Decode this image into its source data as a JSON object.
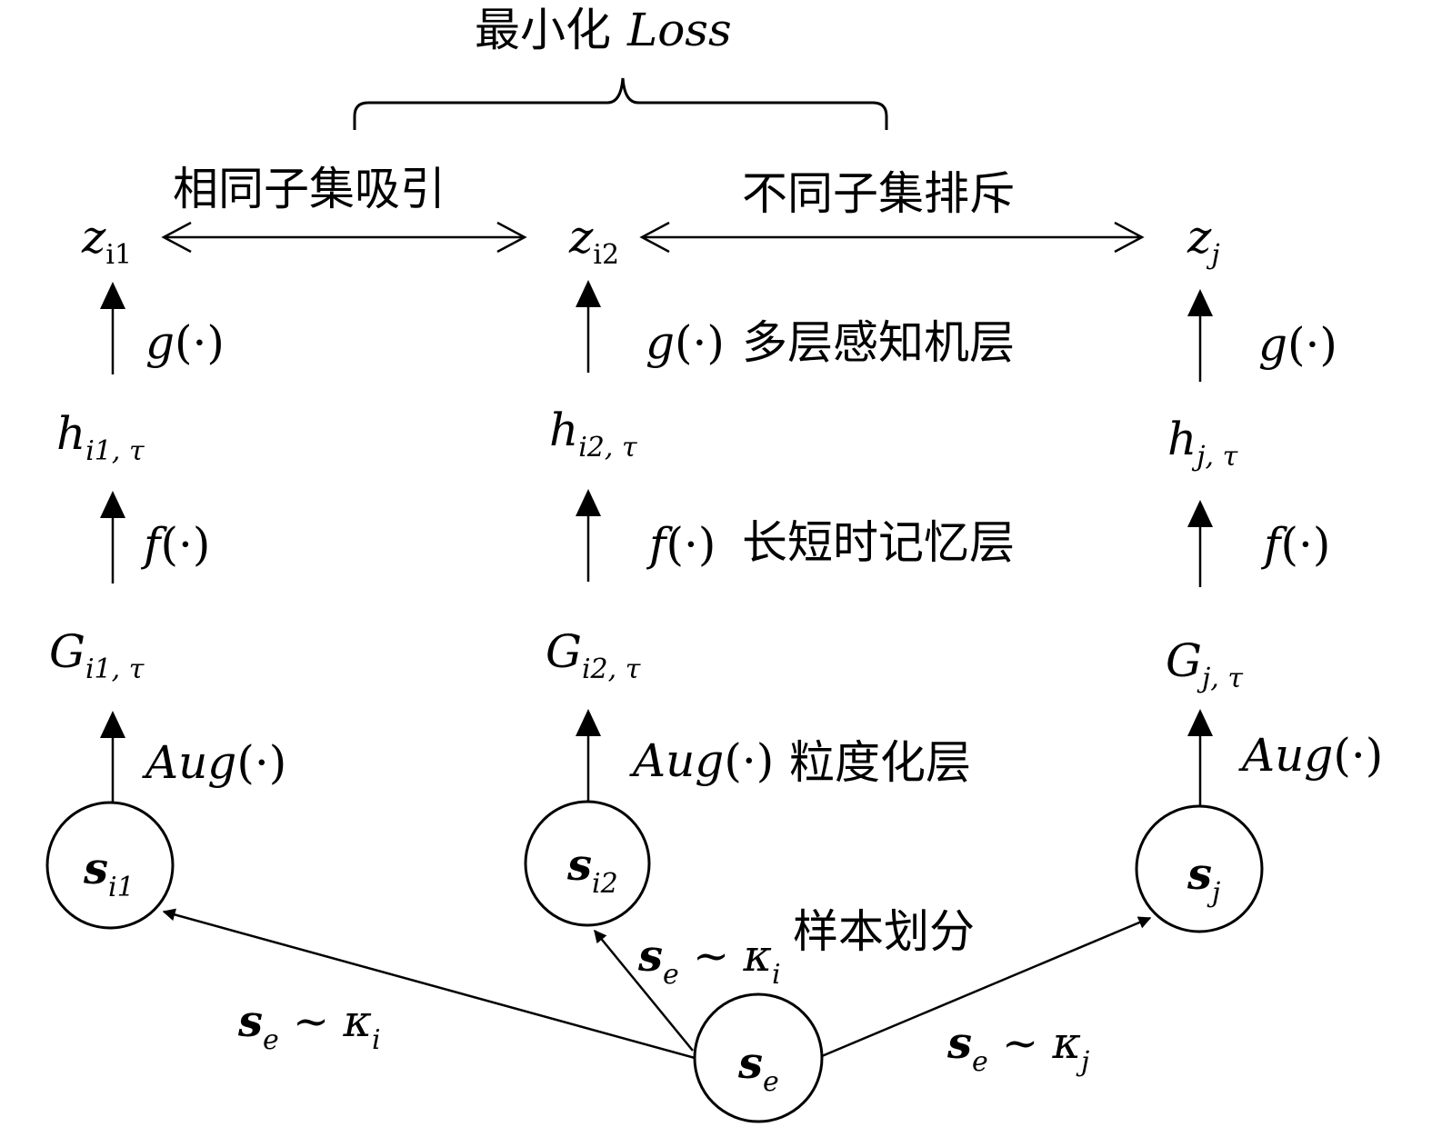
{
  "top": {
    "title_cjk": "最小化",
    "title_math": "Loss"
  },
  "relations": {
    "attract": "相同子集吸引",
    "repel": "不同子集排斥"
  },
  "layers": {
    "mlp": "多层感知机层",
    "lstm": "长短时记忆层",
    "granular": "粒度化层",
    "partition": "样本划分"
  },
  "functions": {
    "g": "g",
    "f": "f",
    "aug": "Aug",
    "arg": "(·)"
  },
  "nodes": {
    "z_i1": {
      "base": "z",
      "sub": "i1"
    },
    "z_i2": {
      "base": "z",
      "sub": "i2"
    },
    "z_j": {
      "base": "z",
      "sub": "j"
    },
    "h_i1": {
      "base": "h",
      "sub": "i1, τ"
    },
    "h_i2": {
      "base": "h",
      "sub": "i2, τ"
    },
    "h_j": {
      "base": "h",
      "sub": "j, τ"
    },
    "G_i1": {
      "base": "G",
      "sub": "i1, τ"
    },
    "G_i2": {
      "base": "G",
      "sub": "i2, τ"
    },
    "G_j": {
      "base": "G",
      "sub": "j, τ"
    },
    "s_i1": {
      "base": "s",
      "sub": "i1"
    },
    "s_i2": {
      "base": "s",
      "sub": "i2"
    },
    "s_j": {
      "base": "s",
      "sub": "j"
    },
    "s_e": {
      "base": "s",
      "sub": "e"
    }
  },
  "edge_labels": {
    "left": {
      "s": "s",
      "s_sub": "e",
      "op": " ~ ",
      "k": "κ",
      "k_sub": "i"
    },
    "mid": {
      "s": "s",
      "s_sub": "e",
      "op": " ~ ",
      "k": "κ",
      "k_sub": "i"
    },
    "right": {
      "s": "s",
      "s_sub": "e",
      "op": " ~ ",
      "k": "κ",
      "k_sub": "j"
    }
  }
}
